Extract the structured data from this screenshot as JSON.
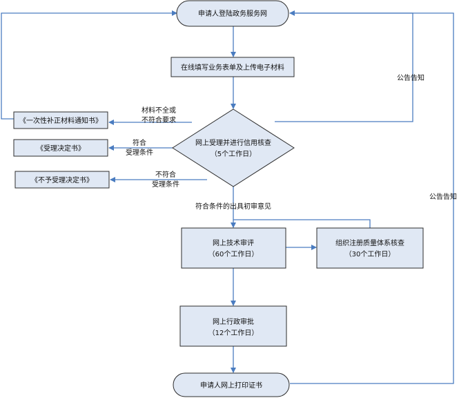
{
  "nodes": {
    "start": {
      "text": "申请人登陆政务服务网"
    },
    "fill_form": {
      "text": "在线填写业务表单及上传电子材料"
    },
    "review_line1": {
      "text": "网上受理并进行信用核查"
    },
    "review_line2": {
      "text": "（5个工作日）"
    },
    "notice_supplement": {
      "text": "《一次性补正材料通知书》"
    },
    "notice_accept": {
      "text": "《受理决定书》"
    },
    "notice_reject": {
      "text": "《不予受理决定书》"
    },
    "tech_line1": {
      "text": "网上技术审评"
    },
    "tech_line2": {
      "text": "（60个工作日）"
    },
    "quality_line1": {
      "text": "组织注册质量体系核查"
    },
    "quality_line2": {
      "text": "（30个工作日）"
    },
    "admin_line1": {
      "text": "网上行政审批"
    },
    "admin_line2": {
      "text": "（12个工作日）"
    },
    "print": {
      "text": "申请人网上打印证书"
    }
  },
  "edges": {
    "incomplete_line1": "材料不全或",
    "incomplete_line2": "不符合要求",
    "meets_line1": "符合",
    "meets_line2": "受理条件",
    "notmeets_line1": "不符合",
    "notmeets_line2": "受理条件",
    "initial_opinion": "符合条件的出具初审意见",
    "announce_top": "公告告知",
    "announce_right": "公告告知"
  },
  "colors": {
    "node_fill": "#e0e8f4",
    "stroke": "#2b2b2b",
    "arrow": "#4a7cc0"
  }
}
